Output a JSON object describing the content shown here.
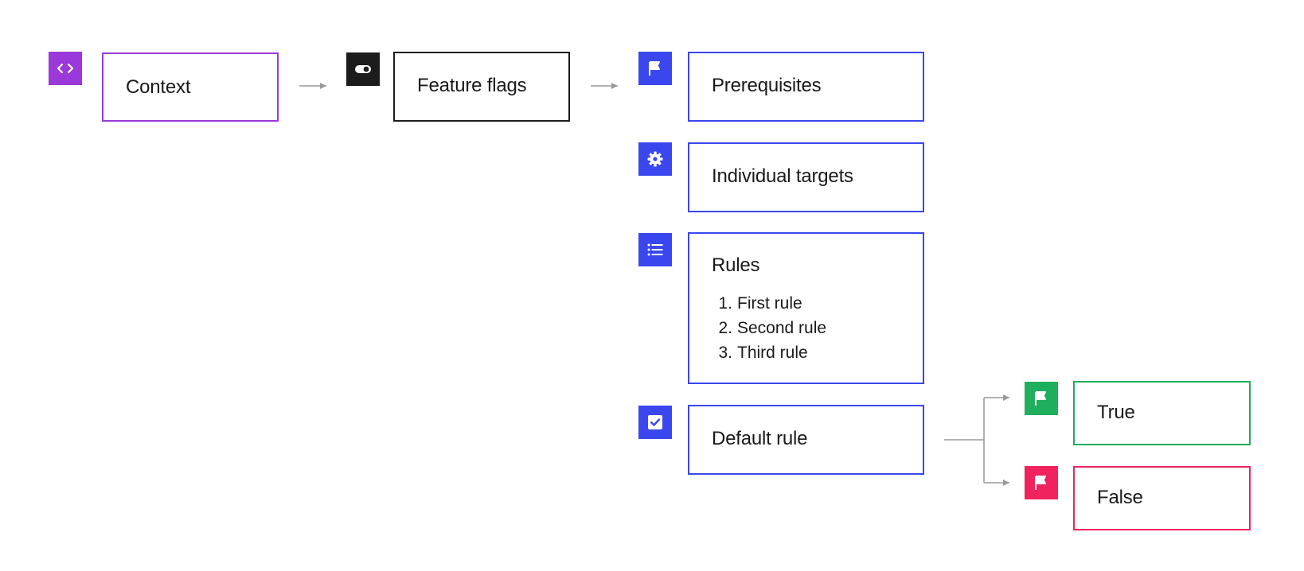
{
  "colors": {
    "context": "#9b38d9",
    "feature_flags": "#1c1c1c",
    "evaluation": "#3a47ee",
    "true": "#1fae5b",
    "false": "#f0235f",
    "connector": "#999999"
  },
  "nodes": {
    "context": {
      "label": "Context",
      "icon": "code-icon"
    },
    "feature_flags": {
      "label": "Feature flags",
      "icon": "toggle-icon"
    },
    "prerequisites": {
      "label": "Prerequisites",
      "icon": "flag-icon"
    },
    "individual_targets": {
      "label": "Individual targets",
      "icon": "gear-icon"
    },
    "rules": {
      "label": "Rules",
      "icon": "list-icon",
      "items": [
        {
          "num": "1.",
          "text": "First rule"
        },
        {
          "num": "2.",
          "text": "Second rule"
        },
        {
          "num": "3.",
          "text": "Third rule"
        }
      ]
    },
    "default_rule": {
      "label": "Default rule",
      "icon": "checkbox-icon"
    },
    "true_outcome": {
      "label": "True",
      "icon": "flag-icon"
    },
    "false_outcome": {
      "label": "False",
      "icon": "flag-icon"
    }
  }
}
